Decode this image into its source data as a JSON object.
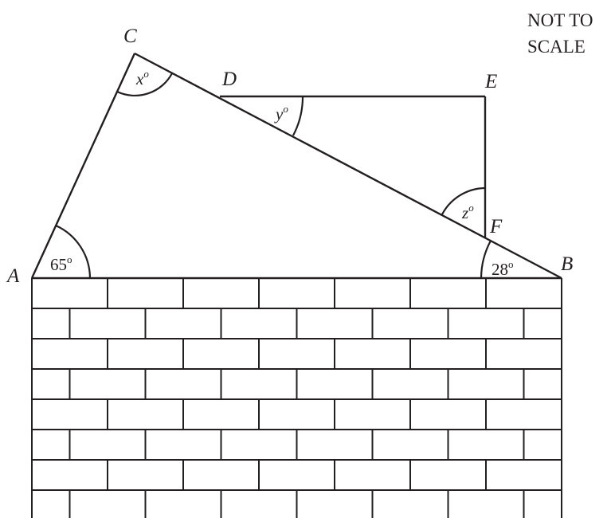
{
  "note": {
    "line1": "NOT TO",
    "line2": "SCALE"
  },
  "points": {
    "A": "A",
    "B": "B",
    "C": "C",
    "D": "D",
    "E": "E",
    "F": "F"
  },
  "angles": {
    "at_A": {
      "value": "65",
      "unit": "o"
    },
    "at_B": {
      "value": "28",
      "unit": "o"
    },
    "at_C": {
      "var": "x",
      "unit": "o"
    },
    "at_D": {
      "var": "y",
      "unit": "o"
    },
    "at_F": {
      "var": "z",
      "unit": "o"
    }
  },
  "wall": {
    "description": "brick-wall"
  }
}
